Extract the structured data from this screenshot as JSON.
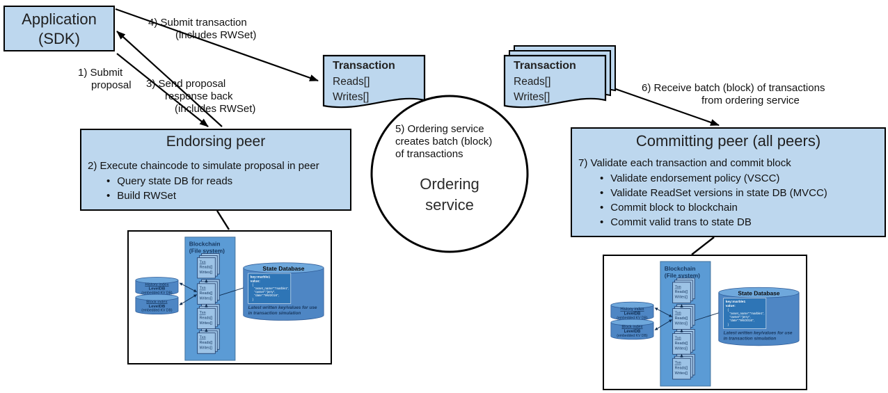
{
  "app_box": {
    "line1": "Application",
    "line2": "(SDK)"
  },
  "labels": {
    "l1": [
      "1) Submit",
      "proposal"
    ],
    "l3": [
      "3) Send proposal",
      "response back",
      "(includes RWSet)"
    ],
    "l4": [
      "4) Submit transaction",
      "(includes RWSet)"
    ],
    "l6": [
      "6) Receive batch (block) of transactions",
      "from ordering service"
    ]
  },
  "transaction_doc": {
    "title": "Transaction",
    "line1": "Reads[]",
    "line2": "Writes[]"
  },
  "ordering": {
    "note": [
      "5) Ordering service",
      "creates batch (block)",
      "of transactions"
    ],
    "big": [
      "Ordering",
      "service"
    ]
  },
  "endorsing": {
    "title": "Endorsing peer",
    "step": "2) Execute chaincode to simulate proposal in peer",
    "bullets": [
      "Query state DB for reads",
      "Build RWSet"
    ]
  },
  "committing": {
    "title": "Committing peer (all peers)",
    "step": "7) Validate each transaction and commit block",
    "bullets": [
      "Validate endorsement policy (VSCC)",
      "Validate ReadSet versions in state DB (MVCC)",
      "Commit block to blockchain",
      "Commit valid trans to state DB"
    ]
  },
  "internals": {
    "blockchain_label": [
      "Blockchain",
      "(File system)"
    ],
    "txn": {
      "title": "Txn",
      "line1": "Reads[]",
      "line2": "Writes[]"
    },
    "history_db": {
      "name": "History index",
      "engine": "LevelDB",
      "note": "(embedded KV DB)"
    },
    "block_db": {
      "name": "Block index",
      "engine": "LevelDB",
      "note": "(embedded KV DB)"
    },
    "state_db": {
      "title": "State Database",
      "kv_lines": [
        "key:marble1",
        "value:",
        "{",
        "\"asset_name\":\"marble1\",",
        "\"owner\":\"jerry\",",
        "\"date\":\"9/6/2016\",",
        "}"
      ],
      "caption": [
        "Latest written key/values for use",
        "in transaction simulation"
      ]
    }
  },
  "colors": {
    "box_fill": "#bdd7ee",
    "column_blue": "#5b9bd5",
    "sheet_blue": "#9dc3e6",
    "cylinder_blue": "#4e86c4",
    "cylinder_top": "#6fa8dc",
    "kv_box_blue": "#2e75b6",
    "navy_text": "#17375e"
  }
}
